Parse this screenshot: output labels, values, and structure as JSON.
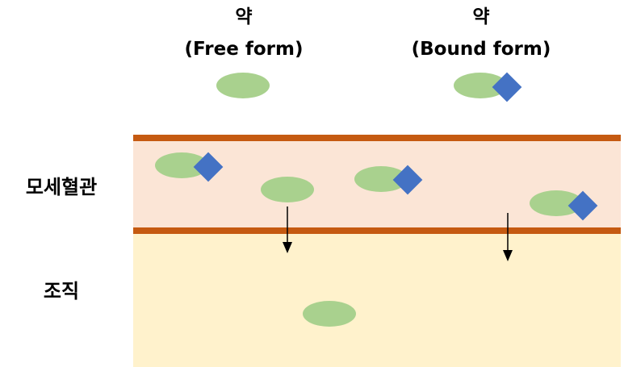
{
  "legend": {
    "free": {
      "title": "약",
      "subtitle": "(Free form)"
    },
    "bound": {
      "title": "약",
      "subtitle": "(Bound form)"
    }
  },
  "regions": {
    "capillary_label": "모세혈관",
    "tissue_label": "조직"
  },
  "colors": {
    "drug": "#A9D18E",
    "protein": "#4472C4",
    "capillary_fill": "#FBE5D6",
    "tissue_fill": "#FFF2CC",
    "membrane": "#C55A11",
    "arrow": "#000000"
  },
  "counts": {
    "free_drug_in_capillary": 1,
    "bound_drug_in_capillary": 3,
    "free_drug_in_tissue": 1
  },
  "icons": {
    "drug": "green-ellipse",
    "protein": "blue-diamond"
  }
}
